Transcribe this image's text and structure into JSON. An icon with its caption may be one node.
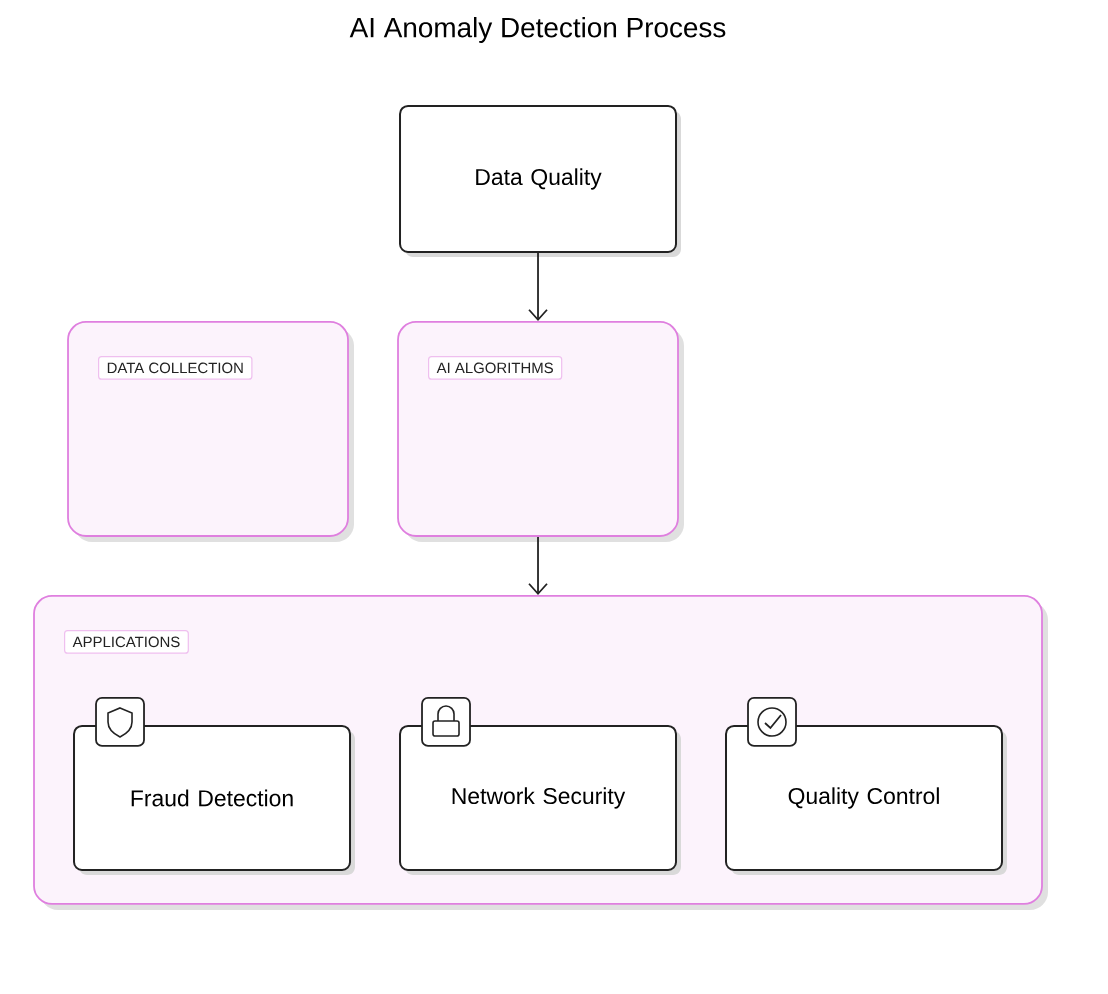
{
  "diagram": {
    "title": "AI Anomaly Detection Process",
    "nodes": [
      {
        "text": [
          "Data Quality"
        ]
      },
      {
        "text": [
          "DATA COLLECTION"
        ]
      },
      {
        "text": [
          "AI ALGORITHMS"
        ]
      },
      {
        "text": [
          "APPLICATIONS"
        ]
      },
      {
        "text": [
          "Fraud Detection"
        ],
        "in": 3
      },
      {
        "text": [
          "Network Security"
        ],
        "in": 3
      },
      {
        "text": [
          "Quality Control"
        ],
        "in": 3
      }
    ],
    "edges": [
      {
        "from": 0,
        "to": 2,
        "arrow": "to"
      },
      {
        "from": 2,
        "to": 3,
        "arrow": "to"
      }
    ]
  }
}
